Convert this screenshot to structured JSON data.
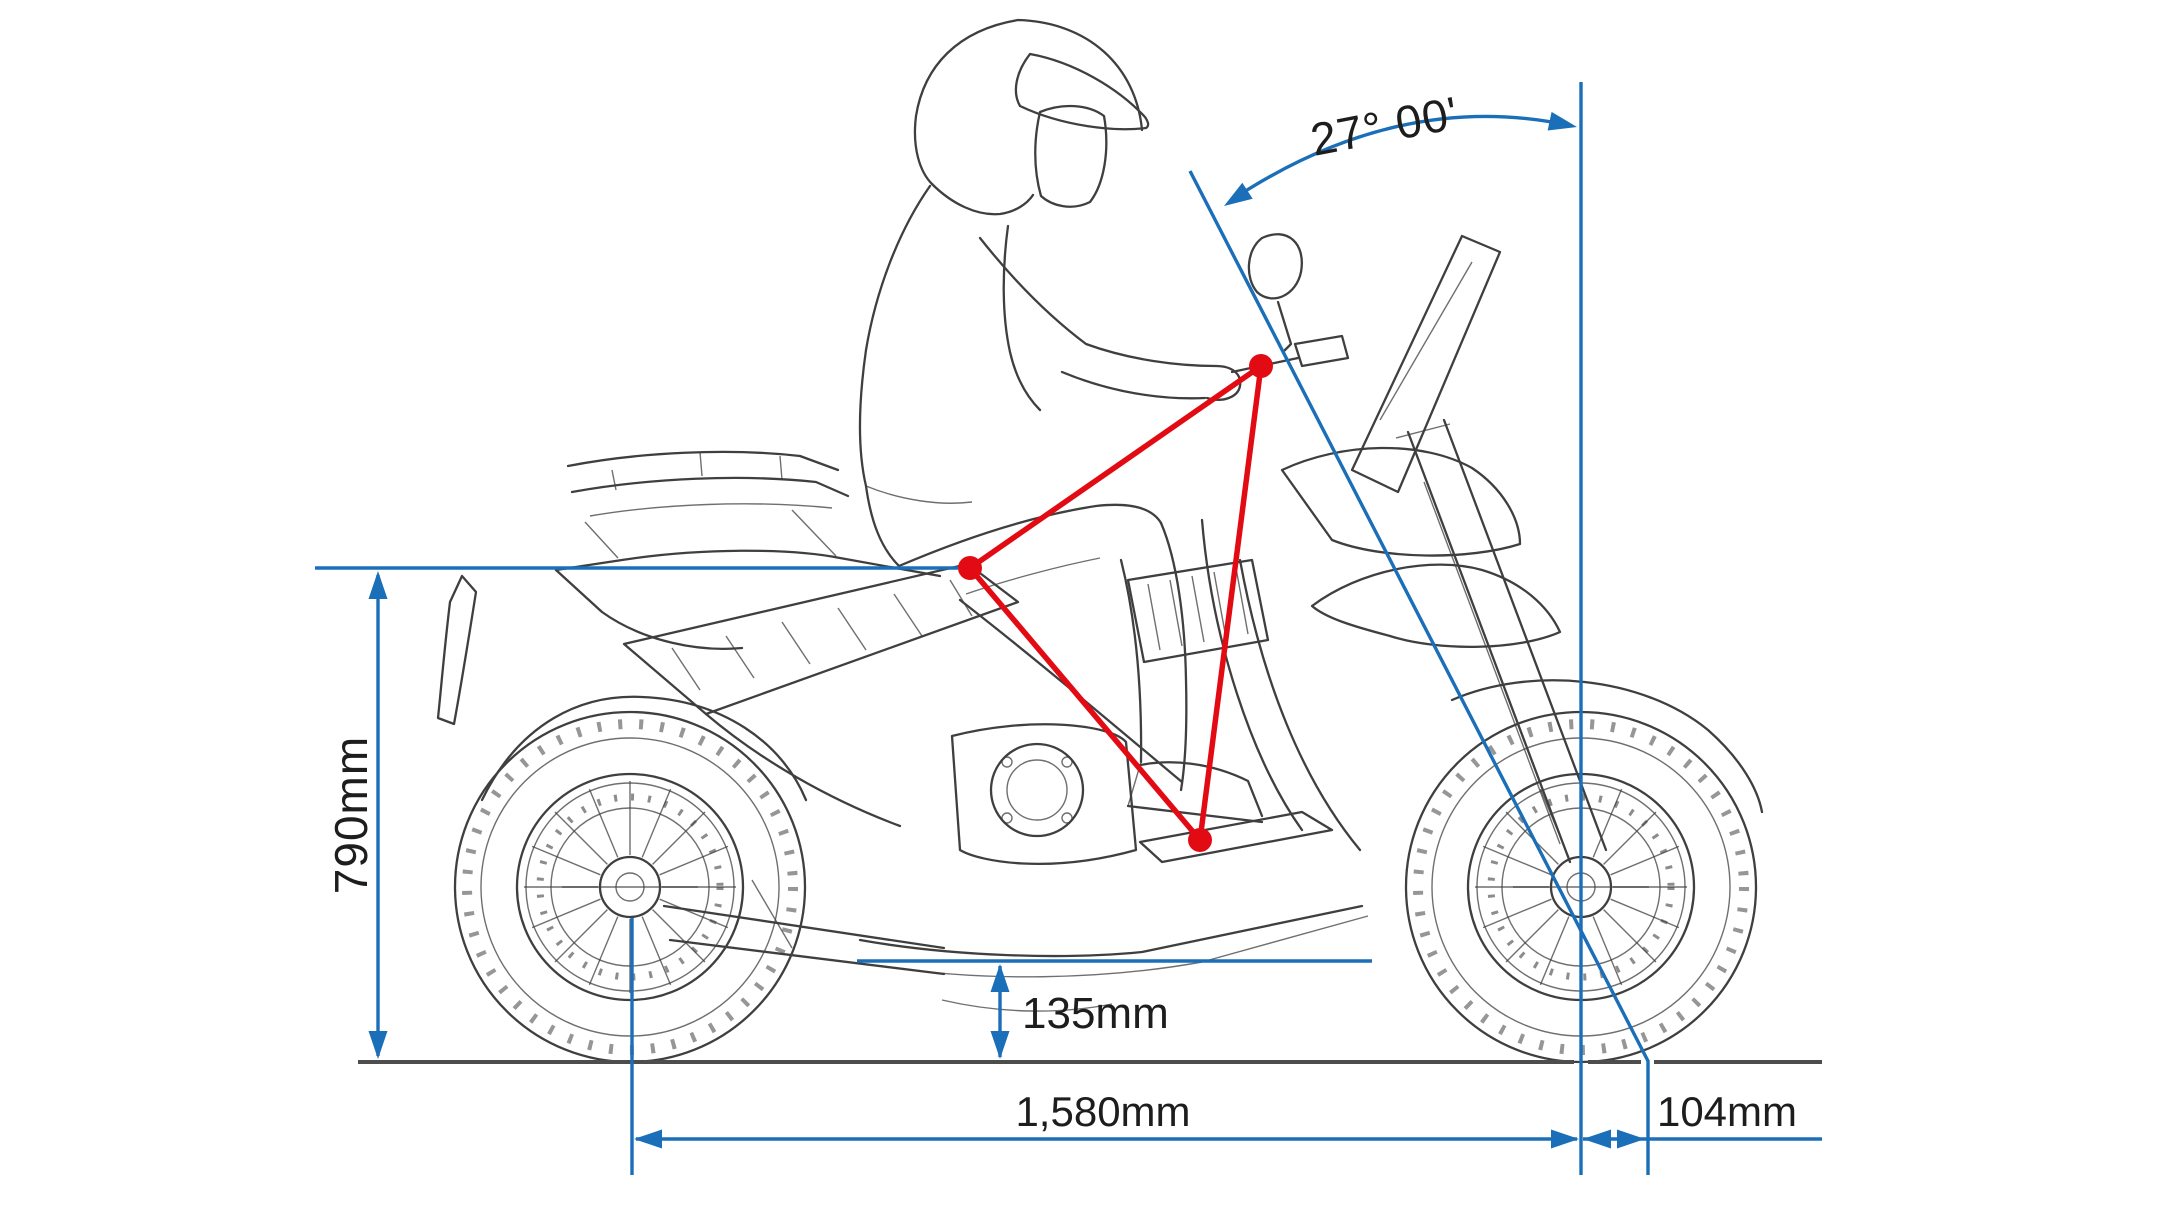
{
  "diagram": {
    "subject": "motorcycle-dimensions-ergonomics",
    "labels": {
      "caster_angle": "27° 00'",
      "seat_height": "790mm",
      "ground_clearance": "135mm",
      "wheelbase": "1,580mm",
      "trail": "104mm"
    }
  },
  "colors": {
    "dimension_blue": "#1a6fb8",
    "ergonomic_red": "#e30b13",
    "artwork_ink": "#3f3f3f",
    "ground_line": "#4d4d4d",
    "label_text": "#1d1d1d",
    "background": "#ffffff"
  }
}
